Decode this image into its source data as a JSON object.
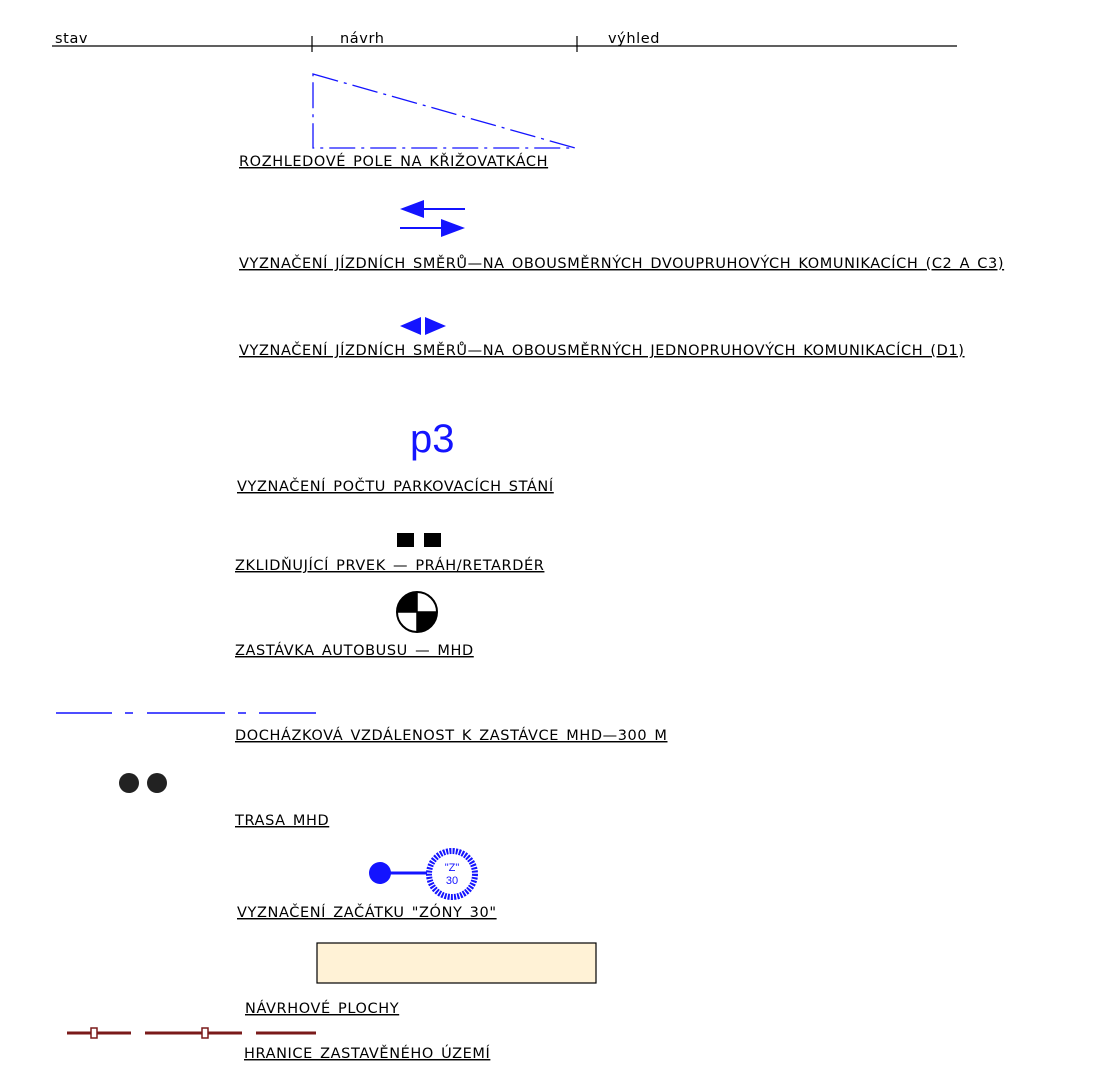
{
  "header": {
    "col_stav": "stav",
    "col_navrh": "návrh",
    "col_vyhled": "výhled"
  },
  "legend": {
    "sight_triangle": "ROZHLEDOVÉ POLE NA KŘIŽOVATKÁCH",
    "two_lane_directions": "VYZNAČENÍ JÍZDNÍCH SMĚRŮ—NA OBOUSMĚRNÝCH DVOUPRUHOVÝCH KOMUNIKACÍCH (C2 A C3)",
    "one_lane_directions": "VYZNAČENÍ JÍZDNÍCH SMĚRŮ—NA OBOUSMĚRNÝCH JEDNOPRUHOVÝCH KOMUNIKACÍCH (D1)",
    "parking_symbol": "p3",
    "parking_count": "VYZNAČENÍ POČTU PARKOVACÍCH STÁNÍ",
    "speed_bump": "ZKLIDŇUJÍCÍ PRVEK — PRÁH/RETARDÉR",
    "bus_stop": "ZASTÁVKA AUTOBUSU — MHD",
    "walking_distance": "DOCHÁZKOVÁ VZDÁLENOST K ZASTÁVCE MHD—300 M",
    "transit_route": "TRASA   MHD",
    "zone30_symbol": "\"Z\"",
    "zone30_number": "30",
    "zone30_start": "VYZNAČENÍ ZAČÁTKU \"ZÓNY 30\"",
    "proposed_areas": "NÁVRHOVÉ PLOCHY",
    "built_up_boundary": "HRANICE ZASTAVĚNÉHO ÚZEMÍ"
  },
  "colors": {
    "blue": "#1414ff",
    "black": "#000000",
    "fill_area": "#fff2d6",
    "boundary": "#7a1a1a"
  }
}
